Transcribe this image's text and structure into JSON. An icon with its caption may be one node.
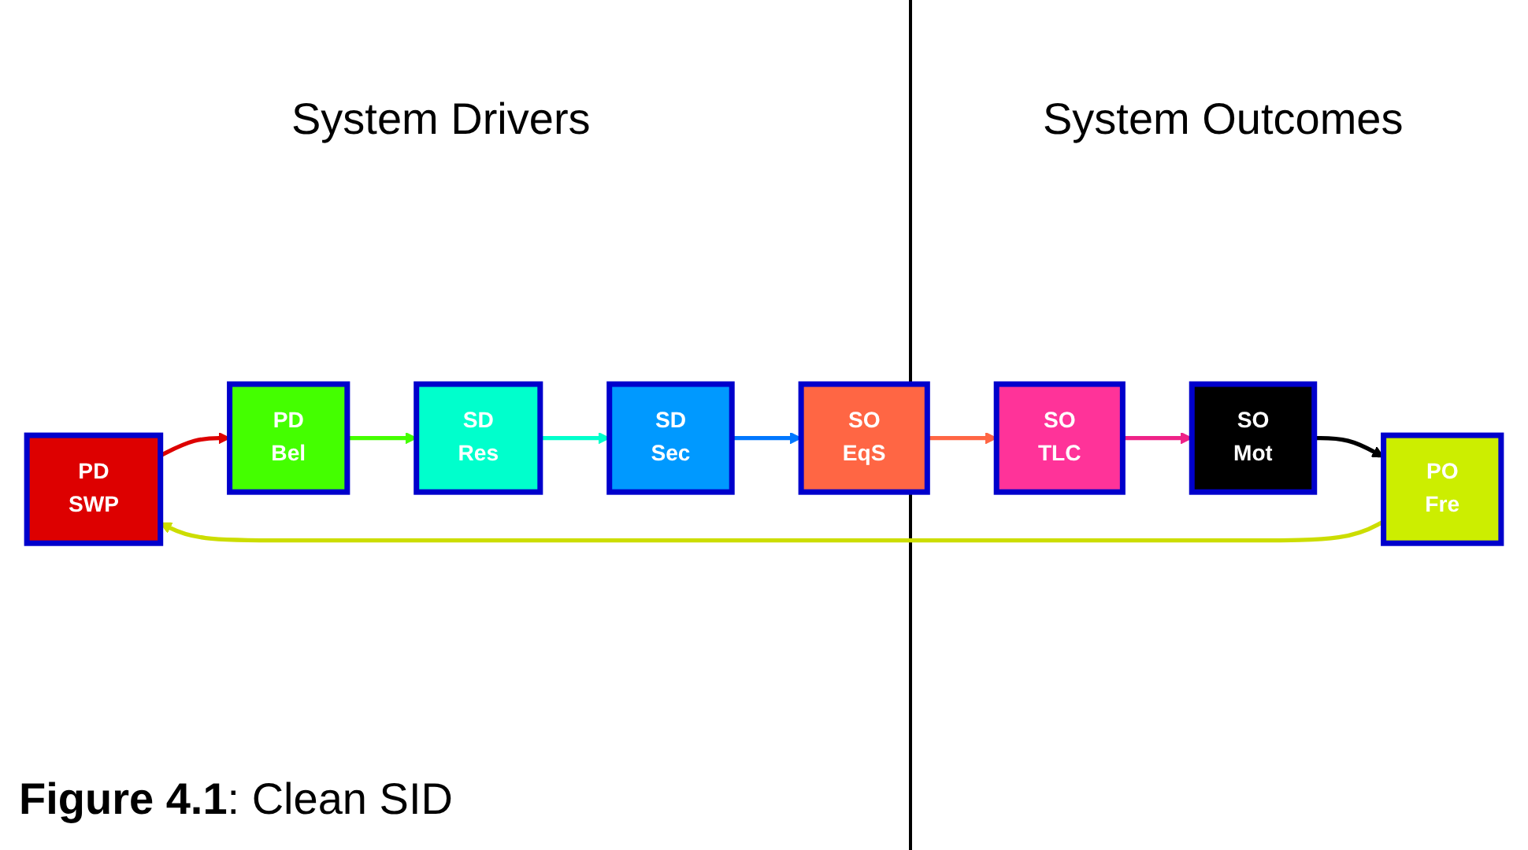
{
  "diagram": {
    "caption": "**Figure 4.1**: Clean SID",
    "nodes": [
      {
        "text": [
          "PD",
          "SWP"
        ]
      },
      {
        "text": [
          "PD",
          "Bel"
        ]
      },
      {
        "text": [
          "SD",
          "Res"
        ]
      },
      {
        "text": [
          "SD",
          "Sec"
        ]
      },
      {
        "text": [
          "SO",
          "EqS"
        ]
      },
      {
        "text": [
          "SO",
          "TLC"
        ]
      },
      {
        "text": [
          "SO",
          "Mot"
        ]
      },
      {
        "text": [
          "PO",
          "Fre"
        ]
      }
    ],
    "edges": [
      {
        "from": 0,
        "to": 1,
        "arrow": "to",
        "color": "#dd0000"
      },
      {
        "from": 1,
        "to": 2,
        "arrow": "to",
        "color": "#44ff00"
      },
      {
        "from": 2,
        "to": 3,
        "arrow": "to",
        "color": "#00ffcc"
      },
      {
        "from": 3,
        "to": 4,
        "arrow": "to",
        "color": "#0077ff"
      },
      {
        "from": 4,
        "to": 5,
        "arrow": "to",
        "color": "#ff6644"
      },
      {
        "from": 5,
        "to": 6,
        "arrow": "to",
        "color": "#ee2288"
      },
      {
        "from": 6,
        "to": 7,
        "arrow": "to",
        "color": "#000000"
      },
      {
        "from": 7,
        "to": 0,
        "arrow": "to",
        "color": "#ccdd00"
      }
    ],
    "labels": [
      "System Drivers",
      "System Outcomes"
    ]
  }
}
